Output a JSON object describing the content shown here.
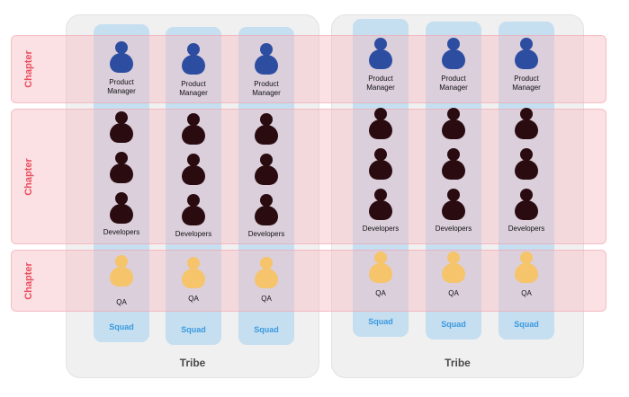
{
  "tribes": [
    {
      "label": "Tribe"
    },
    {
      "label": "Tribe"
    }
  ],
  "chapters": [
    {
      "label": "Chapter"
    },
    {
      "label": "Chapter"
    },
    {
      "label": "Chapter"
    }
  ],
  "roles": {
    "product_manager": "Product\nManager",
    "developers": "Developers",
    "qa": "QA"
  },
  "squad_label": "Squad",
  "squads_per_tribe": 3,
  "developers_per_squad": 3,
  "colors": {
    "product_manager": "#2d4da1",
    "developer": "#2a0c10",
    "qa": "#f6c46a",
    "squad_background": "#b7d8f0",
    "chapter_background": "#f6bcc4",
    "chapter_text": "#ea4d5c",
    "squad_text": "#3a9ae0",
    "tribe_background": "#f0f0f0"
  },
  "icons": [
    "person-icon"
  ]
}
